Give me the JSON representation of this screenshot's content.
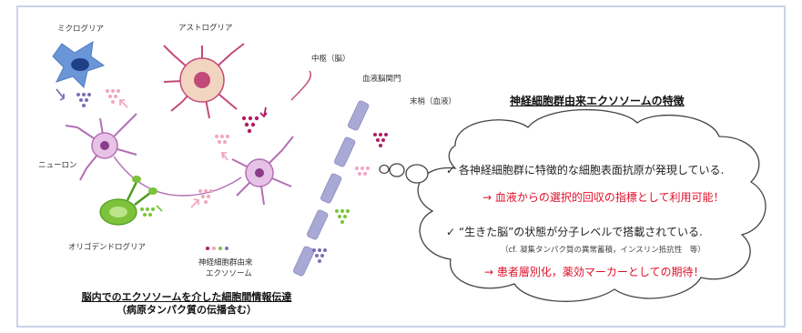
{
  "labels": {
    "microglia": "ミクログリア",
    "astroglia": "アストログリア",
    "central": "中枢（脳）",
    "bbb": "血液脳関門",
    "peripheral": "末梢（血液）",
    "neuron": "ニューロン",
    "oligodendroglia": "オリゴデンドログリア",
    "exosome_line1": "神経細胞群由来",
    "exosome_line2": "エクソソーム"
  },
  "features": {
    "title": "神経細胞群由来エクソソームの特徴",
    "point1": "✓ 各神経細胞群に特徴的な細胞表面抗原が発現している.",
    "point1_result": "→ 血液からの選択的回収の指標として利用可能！",
    "point2": "✓ “生きた脳”の状態が分子レベルで搭載されている.",
    "point2_note": "（cf. 凝集タンパク質の異常蓄積，インスリン抵抗性　等）",
    "point2_result": "→ 患者層別化，薬効マーカーとしての期待！"
  },
  "caption": {
    "line1": "脳内でのエクソソームを介した細胞間情報伝達",
    "line2": "（病原タンパク質の伝播含む）"
  },
  "colors": {
    "border": "#c9d3e8",
    "barrier": "#a9a9d6",
    "red_text": "#e0102a",
    "neuron": "#b36fb3",
    "microglia": "#6a96d8",
    "astroglia": "#c24a7a",
    "oligodendroglia": "#7cc33b",
    "dots_purple": "#7a6fb4",
    "dots_pink": "#f0a6c4",
    "dots_magenta": "#b01d64",
    "dots_green": "#7cc33b"
  }
}
